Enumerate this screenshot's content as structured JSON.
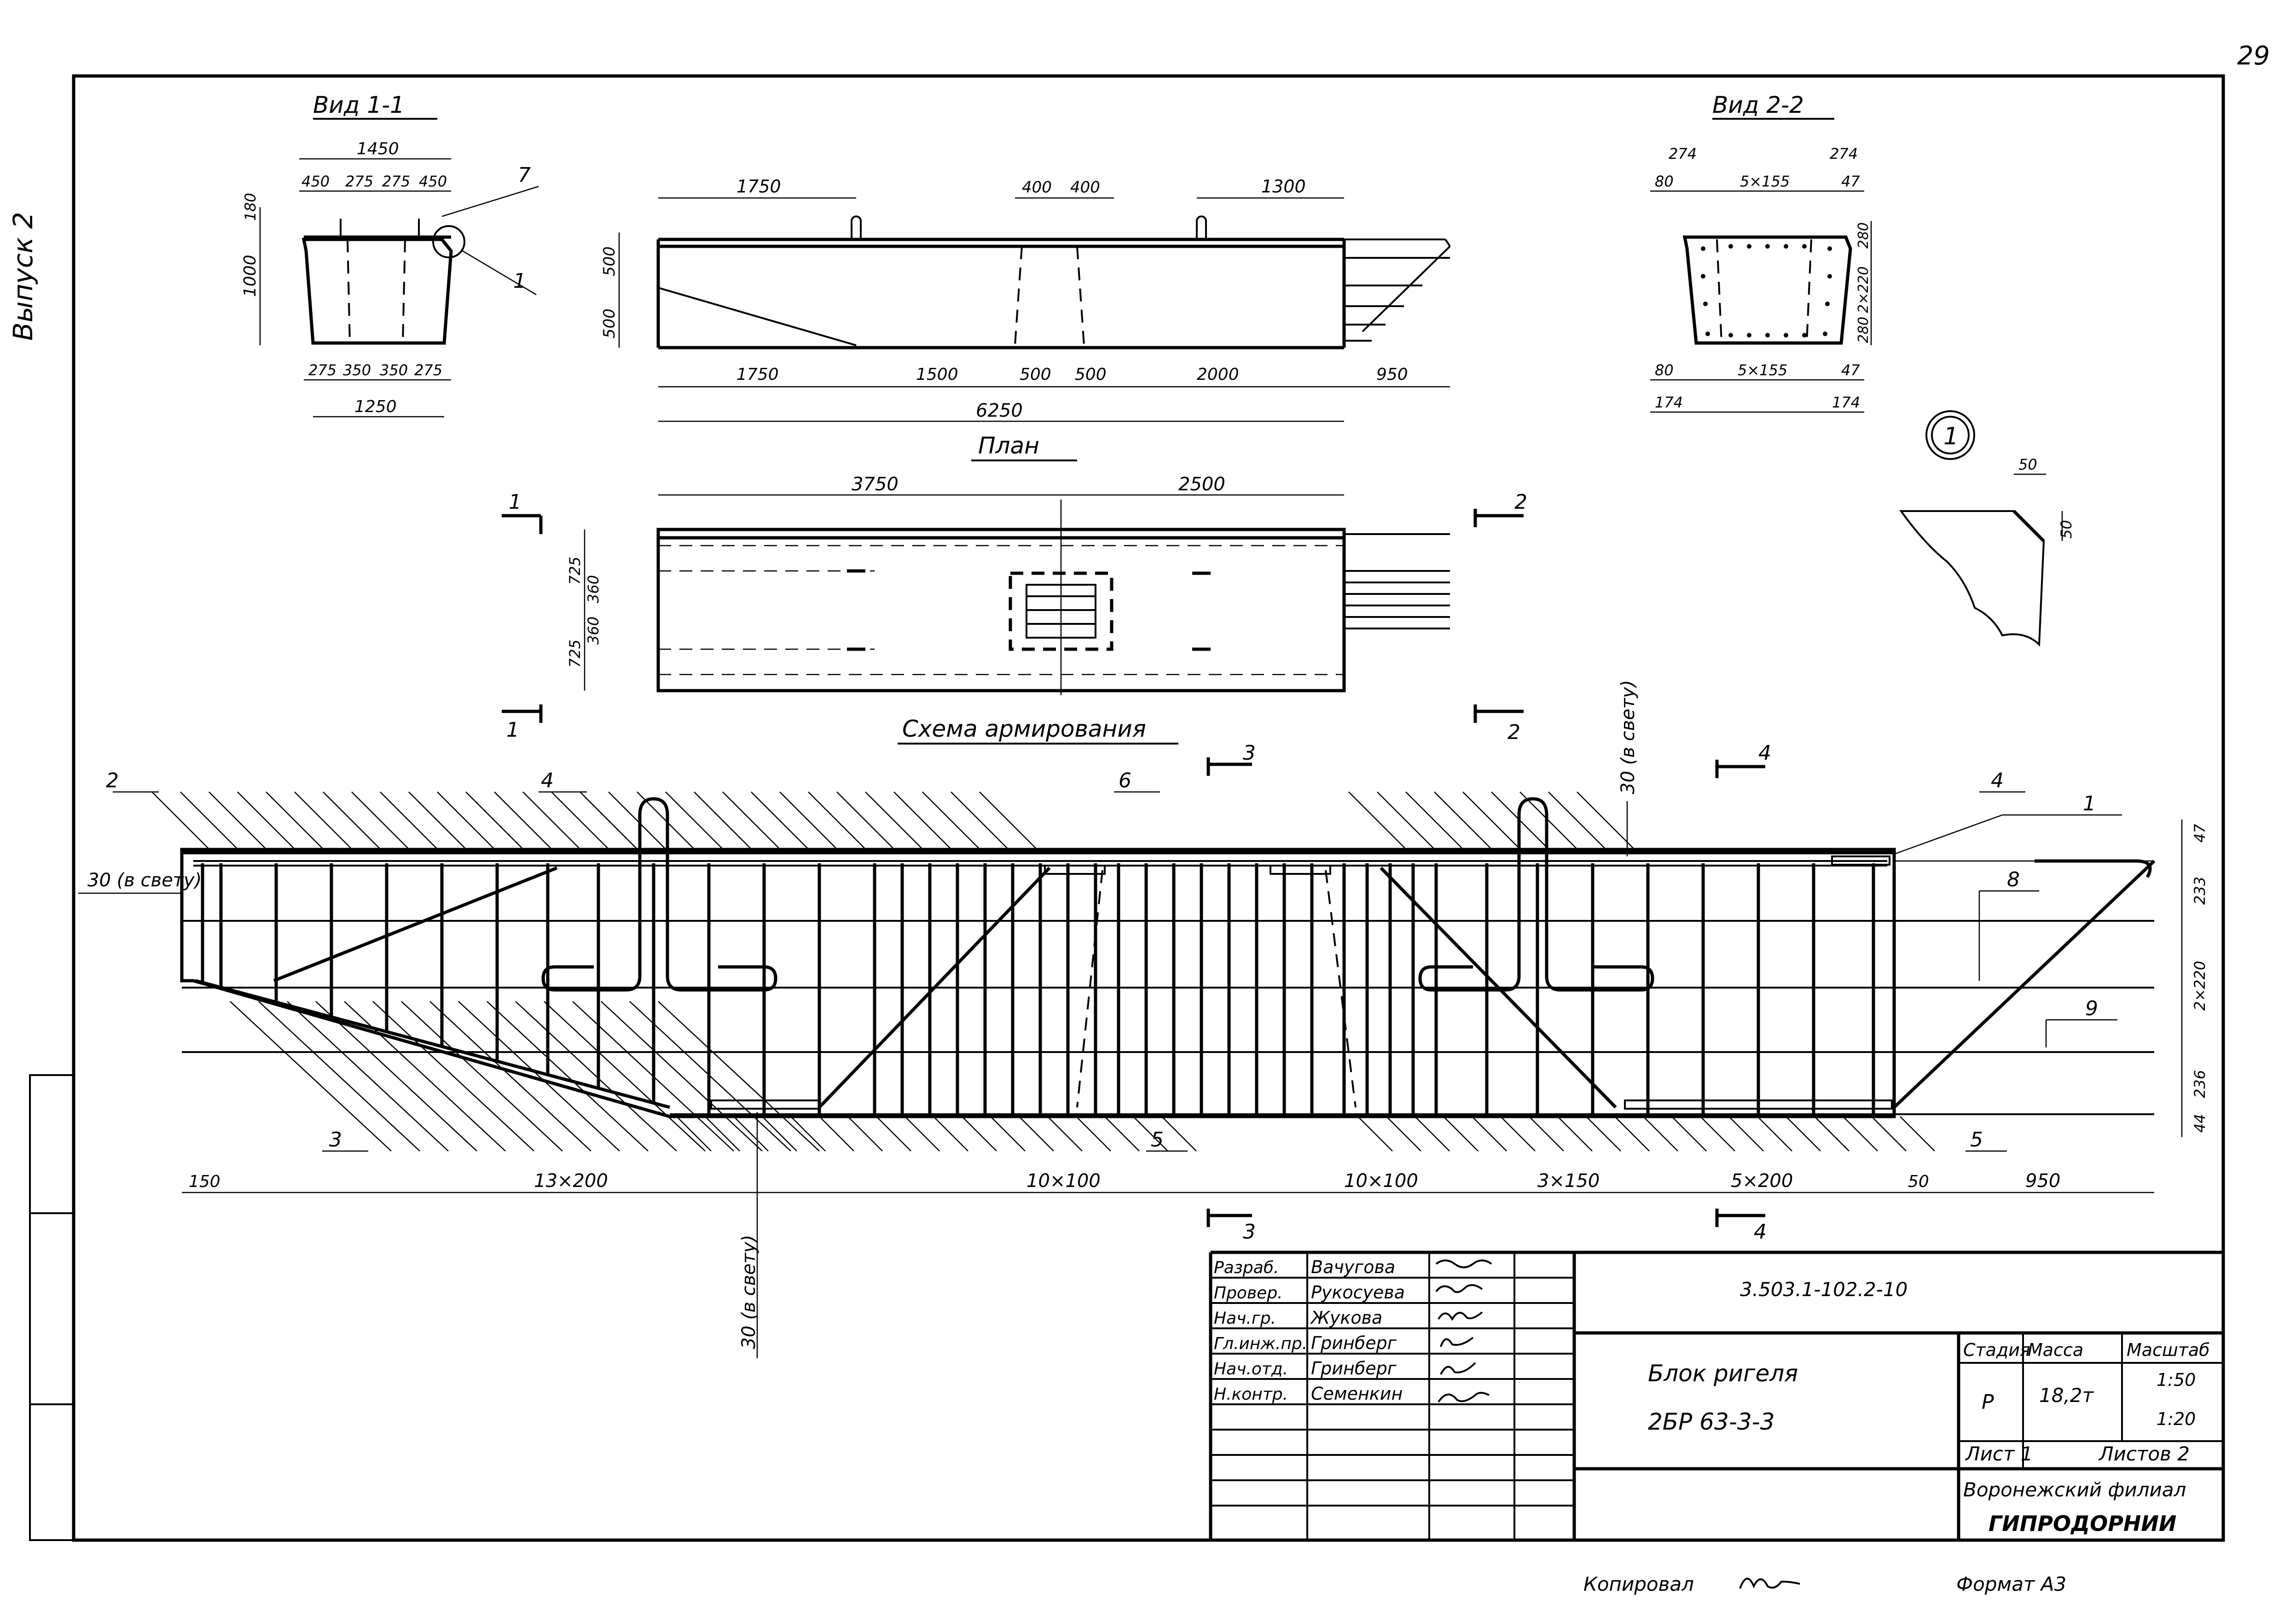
{
  "page_number": "29",
  "side_label": "Выпуск 2",
  "views": {
    "view11": {
      "title": "Вид 1-1",
      "dims": [
        "1450",
        "450",
        "275",
        "275",
        "450",
        "180",
        "1000",
        "275",
        "350",
        "350",
        "275",
        "1250"
      ],
      "callouts": [
        "7",
        "1"
      ]
    },
    "elevation": {
      "top_dims": [
        "1750",
        "400",
        "400",
        "1300"
      ],
      "left_dims": [
        "500",
        "500"
      ],
      "bottom_dims": [
        "1750",
        "1500",
        "500",
        "500",
        "2000",
        "950"
      ],
      "total": "6250"
    },
    "view22": {
      "title": "Вид 2-2",
      "top_dims": [
        "274",
        "274",
        "80",
        "5×155",
        "47"
      ],
      "right_dims": [
        "280",
        "2×220",
        "280"
      ],
      "bottom_dims": [
        "80",
        "5×155",
        "47",
        "174",
        "174"
      ]
    },
    "plan": {
      "title": "План",
      "top_dims": [
        "3750",
        "2500"
      ],
      "left_dims": [
        "725",
        "360",
        "360",
        "725"
      ],
      "section_marks": [
        "1",
        "1",
        "2",
        "2"
      ]
    },
    "detail1": {
      "number": "1",
      "dims": [
        "50",
        "50"
      ]
    },
    "reinf": {
      "title": "Схема армирования",
      "callouts": [
        "2",
        "4",
        "6",
        "4",
        "1",
        "8",
        "9",
        "3",
        "5",
        "5"
      ],
      "section_marks": [
        "3",
        "4",
        "3",
        "4"
      ],
      "notes": [
        "30 (в свету)",
        "30 (в свету)",
        "30 (в свету)"
      ],
      "right_dims": [
        "47",
        "233",
        "2×220",
        "236",
        "44"
      ],
      "bottom_dims": [
        "150",
        "13×200",
        "10×100",
        "10×100",
        "3×150",
        "5×200",
        "50",
        "950"
      ]
    }
  },
  "title_block": {
    "doc_code": "3.503.1-102.2-10",
    "name_line1": "Блок ригеля",
    "name_line2": "2БР 63-3-3",
    "roles": [
      {
        "role": "Разраб.",
        "name": "Вачугова"
      },
      {
        "role": "Провер.",
        "name": "Рукосуева"
      },
      {
        "role": "Нач.гр.",
        "name": "Жукова"
      },
      {
        "role": "Гл.инж.пр.",
        "name": "Гринберг"
      },
      {
        "role": "Нач.отд.",
        "name": "Гринберг"
      },
      {
        "role": "Н.контр.",
        "name": "Семенкин"
      }
    ],
    "stage_label": "Стадия",
    "mass_label": "Масса",
    "scale_label": "Масштаб",
    "stage": "Р",
    "mass": "18,2т",
    "scale1": "1:50",
    "scale2": "1:20",
    "sheet": "Лист 1",
    "sheets": "Листов 2",
    "org1": "Воронежский филиал",
    "org2": "ГИПРОДОРНИИ"
  },
  "footer": {
    "copied": "Копировал",
    "format": "Формат А3"
  }
}
